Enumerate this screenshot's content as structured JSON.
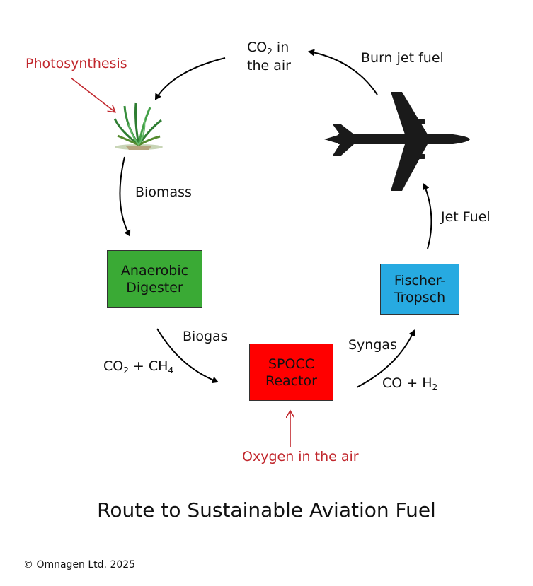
{
  "diagram": {
    "title": "Route to Sustainable Aviation Fuel",
    "copyright": "© Omnagen Ltd. 2025",
    "nodes": {
      "co2_air": {
        "line1_prefix": "CO",
        "line1_sub": "2",
        "line1_suffix": " in",
        "line2": "the air"
      },
      "anaerobic_digester": {
        "line1": "Anaerobic",
        "line2": "Digester",
        "color": "#3aaa35"
      },
      "spocc_reactor": {
        "line1": "SPOCC",
        "line2": "Reactor",
        "color": "#ff0000"
      },
      "fischer_tropsch": {
        "line1": "Fischer-",
        "line2": "Tropsch",
        "color": "#27aae1"
      }
    },
    "edge_labels": {
      "photosynthesis": "Photosynthesis",
      "burn_jet_fuel": "Burn jet fuel",
      "biomass": "Biomass",
      "jet_fuel": "Jet Fuel",
      "biogas": "Biogas",
      "co2_ch4": {
        "a": "CO",
        "a_sub": "2",
        "b": " + CH",
        "b_sub": "4"
      },
      "syngas": "Syngas",
      "co_h2": {
        "a": "CO + H",
        "a_sub": "2"
      },
      "oxygen": "Oxygen in the air"
    },
    "accent_red": "#c1272d",
    "icons": [
      "plant-icon",
      "airplane-icon"
    ]
  }
}
